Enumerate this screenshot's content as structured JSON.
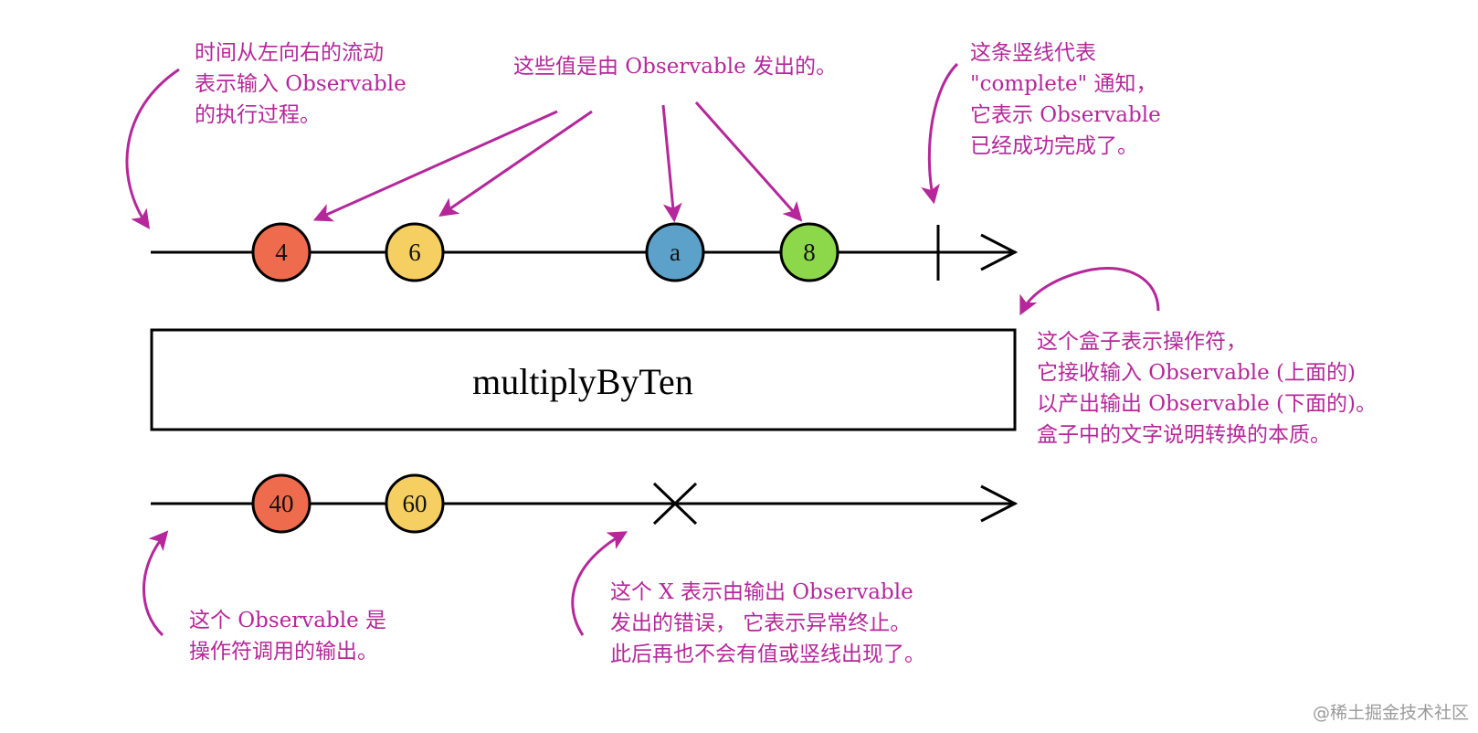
{
  "colors": {
    "annotation": "#b5279a",
    "marble_red": "#ee6b4d",
    "marble_yellow": "#f6cf63",
    "marble_blue": "#5ba1c9",
    "marble_green": "#8dd84a",
    "line": "#000000"
  },
  "input_marbles": [
    {
      "label": "4",
      "color": "#ee6b4d"
    },
    {
      "label": "6",
      "color": "#f6cf63"
    },
    {
      "label": "a",
      "color": "#5ba1c9"
    },
    {
      "label": "8",
      "color": "#8dd84a"
    }
  ],
  "output_marbles": [
    {
      "label": "40",
      "color": "#ee6b4d"
    },
    {
      "label": "60",
      "color": "#f6cf63"
    }
  ],
  "operator": {
    "name": "multiplyByTen"
  },
  "annotations": {
    "time_flow": [
      "时间从左向右的流动",
      "表示输入 Observable",
      "的执行过程。"
    ],
    "values": [
      "这些值是由 Observable 发出的。"
    ],
    "complete": [
      "这条竖线代表",
      "\"complete\" 通知，",
      "它表示 Observable",
      "已经成功完成了。"
    ],
    "operator_box": [
      "这个盒子表示操作符，",
      "它接收输入 Observable (上面的)",
      "以产出输出 Observable (下面的)。",
      "盒子中的文字说明转换的本质。"
    ],
    "output": [
      "这个 Observable 是",
      "操作符调用的输出。"
    ],
    "error": [
      "这个 X 表示由输出 Observable",
      "发出的错误， 它表示异常终止。",
      "此后再也不会有值或竖线出现了。"
    ]
  },
  "watermark": "@稀土掘金技术社区"
}
